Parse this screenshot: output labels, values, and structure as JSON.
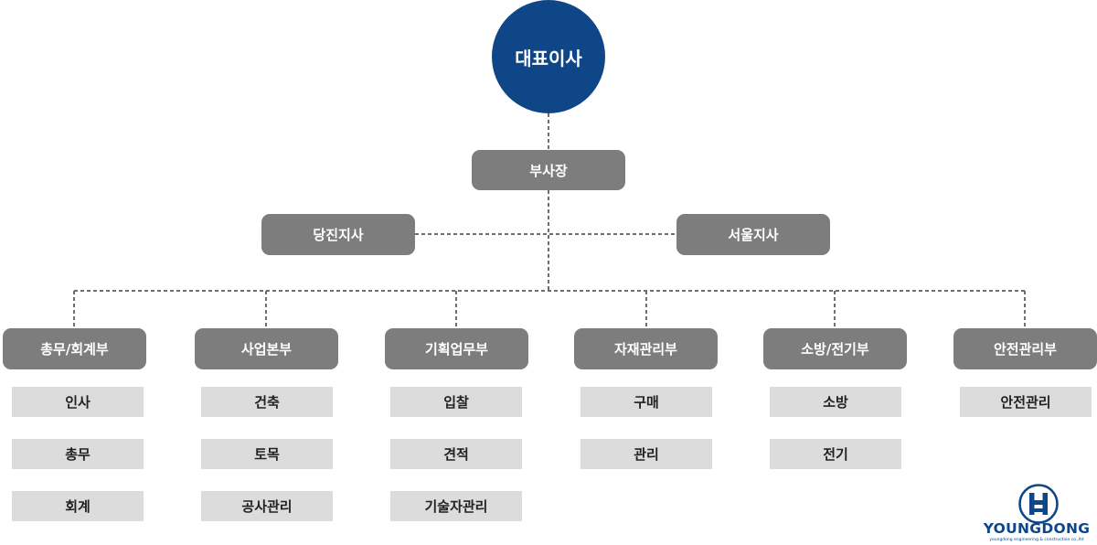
{
  "ceo": {
    "label": "대표이사"
  },
  "vice_president": {
    "label": "부사장"
  },
  "branches": {
    "left": "당진지사",
    "right": "서울지사"
  },
  "departments": [
    {
      "label": "총무/회계부",
      "teams": [
        "인사",
        "총무",
        "회계"
      ]
    },
    {
      "label": "사업본부",
      "teams": [
        "건축",
        "토목",
        "공사관리"
      ]
    },
    {
      "label": "기획업무부",
      "teams": [
        "입찰",
        "견적",
        "기술자관리"
      ]
    },
    {
      "label": "자재관리부",
      "teams": [
        "구매",
        "관리"
      ]
    },
    {
      "label": "소방/전기부",
      "teams": [
        "소방",
        "전기"
      ]
    },
    {
      "label": "안전관리부",
      "teams": [
        "안전관리"
      ]
    }
  ],
  "logo": {
    "name": "YOUNGDONG",
    "tagline": "youngdong engineering & construction co.,ltd",
    "color": "#0f4687"
  },
  "colors": {
    "ceo_fill": "#0f4687",
    "box_fill": "#7d7d7d",
    "team_fill": "#dcdcdc",
    "connector": "#6e6e6e"
  }
}
